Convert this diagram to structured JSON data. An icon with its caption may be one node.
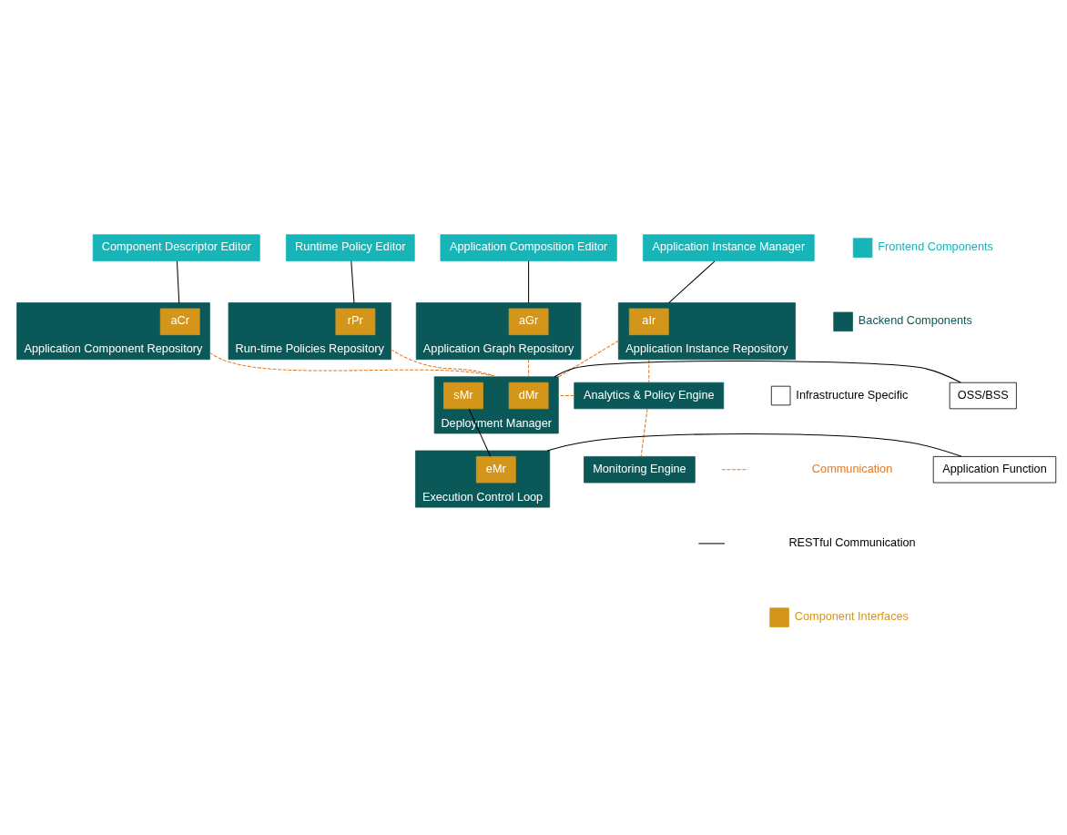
{
  "diagram": {
    "nodes": [
      {
        "text": [
          "Component Descriptor Editor"
        ]
      },
      {
        "text": [
          "Application Composition Editor"
        ]
      },
      {
        "text": [
          "Application Instance Manager"
        ]
      },
      {
        "text": [
          "Runtime Policy Editor"
        ]
      },
      {
        "text": [
          "Application Component Repository"
        ]
      },
      {
        "text": [
          "aCr"
        ],
        "in": 4
      },
      {
        "text": [
          "Application Graph Repository"
        ]
      },
      {
        "text": [
          "aGr"
        ],
        "in": 6
      },
      {
        "text": [
          "Application Instance Repository"
        ]
      },
      {
        "text": [
          "aIr"
        ],
        "in": 8
      },
      {
        "text": [
          "Run-time Policies Repository"
        ]
      },
      {
        "text": [
          "rPr"
        ],
        "in": 10
      },
      {
        "text": [
          "Analytics & Policy Engine"
        ]
      },
      {
        "text": [
          "Deployment Manager"
        ]
      },
      {
        "text": [
          "dMr"
        ],
        "in": 13
      },
      {
        "text": [
          "sMr"
        ],
        "in": 13
      },
      {
        "text": [
          "OSS/BSS"
        ]
      },
      {
        "text": [
          "Monitoring Engine"
        ]
      },
      {
        "text": [
          "Execution Control Loop"
        ]
      },
      {
        "text": [
          "eMr"
        ],
        "in": 18
      },
      {
        "text": [
          "Application Function"
        ]
      }
    ],
    "edges": [
      {
        "from": 0,
        "to": 4,
        "arrow": "none"
      },
      {
        "from": 1,
        "to": 6,
        "arrow": "none"
      },
      {
        "from": 2,
        "to": 8,
        "arrow": "none"
      },
      {
        "from": 3,
        "to": 10,
        "arrow": "none"
      },
      {
        "from": 4,
        "to": 13,
        "arrow": "none",
        "style": "dashed",
        "color": "#e07b2a"
      },
      {
        "from": 6,
        "to": 13,
        "arrow": "none",
        "style": "dashed",
        "color": "#e07b2a"
      },
      {
        "from": 8,
        "to": 12,
        "arrow": "none",
        "style": "dashed",
        "color": "#e07b2a"
      },
      {
        "from": 8,
        "to": 13,
        "arrow": "none",
        "style": "dashed",
        "color": "#e07b2a"
      },
      {
        "from": 10,
        "to": 13,
        "arrow": "none",
        "style": "dashed",
        "color": "#e07b2a"
      },
      {
        "from": 12,
        "to": 13,
        "arrow": "none",
        "style": "dashed",
        "color": "#e07b2a"
      },
      {
        "from": 13,
        "to": 16,
        "arrow": "none"
      },
      {
        "from": 12,
        "to": 17,
        "arrow": "none",
        "style": "dashed",
        "color": "#e07b2a"
      },
      {
        "from": 15,
        "to": 19,
        "arrow": "none"
      },
      {
        "from": 18,
        "to": 20,
        "arrow": "none"
      }
    ],
    "legend": [
      {
        "text": "Frontend Components",
        "color": "#17b5b8"
      },
      {
        "text": "Backend Components",
        "color": "#0b5858"
      },
      {
        "text": "Infrastructure Specific",
        "color": "#ffffff"
      },
      {
        "text": "Communication"
      },
      {
        "text": "RESTful Communication"
      },
      {
        "text": "Component Interfaces",
        "color": "#d4961a"
      }
    ]
  }
}
